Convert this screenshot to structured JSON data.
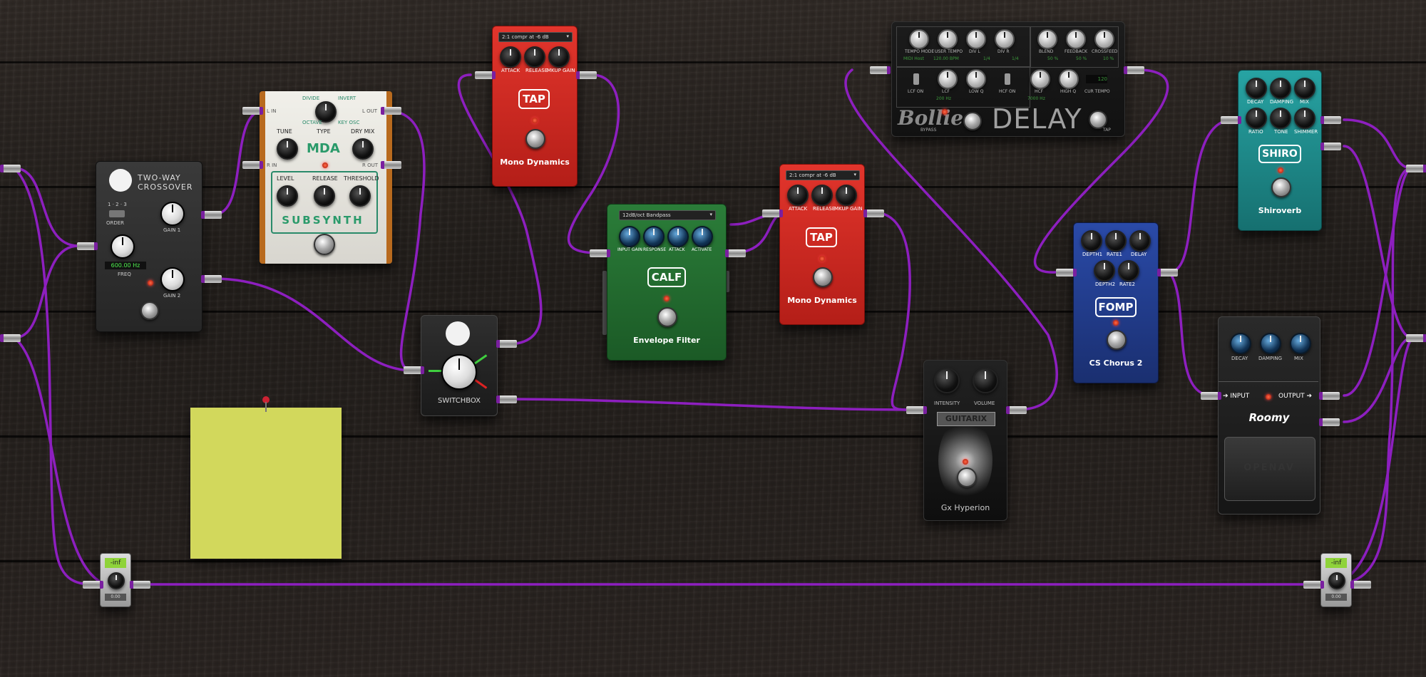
{
  "crossover": {
    "title_line1": "TWO-WAY",
    "title_line2": "CROSSOVER",
    "order_label": "ORDER",
    "order_opts": [
      "1",
      "2",
      "3"
    ],
    "freq_value": "600.00 Hz",
    "freq_label": "FREQ",
    "gain1": "GAIN 1",
    "gain2": "GAIN 2"
  },
  "subsynth": {
    "top": "DIVIDE",
    "invert": "INVERT",
    "octave": "OCTAVE",
    "keyosc": "KEY OSC",
    "tune": "TUNE",
    "type": "TYPE",
    "drymix": "DRY MIX",
    "level": "LEVEL",
    "release": "RELEASE",
    "threshold": "THRESHOLD",
    "logo": "MDA",
    "name": "SUBSYNTH",
    "in_l": "L IN",
    "in_r": "R IN",
    "out_l": "L OUT",
    "out_r": "R OUT"
  },
  "tap1": {
    "preset": "2:1 compr at -6 dB",
    "knobs": [
      "ATTACK",
      "RELEASE",
      "MKUP GAIN"
    ],
    "badge": "TAP",
    "name": "Mono Dynamics"
  },
  "tap2": {
    "preset": "2:1 compr at -6 dB",
    "knobs": [
      "ATTACK",
      "RELEASE",
      "MKUP GAIN"
    ],
    "badge": "TAP",
    "name": "Mono Dynamics"
  },
  "calf": {
    "preset": "12dB/oct Bandpass",
    "knobs": [
      "INPUT GAIN",
      "RESPONSE",
      "ATTACK",
      "ACTIVATE"
    ],
    "badge": "CALF",
    "name": "Envelope Filter"
  },
  "switchbox": {
    "name": "SWITCHBOX"
  },
  "bollie": {
    "row1": [
      "TEMPO MODE",
      "USER TEMPO",
      "DIV L",
      "DIV R",
      "BLEND",
      "FEEDBACK",
      "CROSSFEED"
    ],
    "row1_vals": [
      "MIDI Host",
      "120.00 BPM",
      "1/4",
      "1/4",
      "50 %",
      "50 %",
      "10 %"
    ],
    "row2": [
      "LCF ON",
      "LCF",
      "LOW Q",
      "HCF ON",
      "HCF",
      "HIGH Q",
      "CUR TEMPO"
    ],
    "row2_vals": [
      "",
      "200 Hz",
      "",
      "",
      "7000 Hz",
      "",
      ""
    ],
    "cur_tempo": "120",
    "logo": "Bollie",
    "name": "DELAY",
    "bypass": "BYPASS",
    "tap": "TAP"
  },
  "guitarix": {
    "intensity": "INTENSITY",
    "volume": "VOLUME",
    "logo": "GUITARIX",
    "name": "Gx Hyperion"
  },
  "fomp": {
    "knobs": [
      "DEPTH1",
      "RATE1",
      "DELAY",
      "DEPTH2",
      "RATE2"
    ],
    "badge": "FOMP",
    "name": "CS Chorus 2"
  },
  "shiro": {
    "knobs": [
      "DECAY",
      "DAMPING",
      "MIX",
      "RATIO",
      "TONE",
      "SHIMMER"
    ],
    "badge": "SHIRO",
    "name": "Shiroverb"
  },
  "roomy": {
    "knobs": [
      "DECAY",
      "DAMPING",
      "MIX"
    ],
    "input": "INPUT",
    "output": "OUTPUT",
    "name": "Roomy",
    "brand": "OPENAV"
  },
  "meter_left": {
    "value": "-inf",
    "level": "0.00"
  },
  "meter_right": {
    "value": "-inf",
    "level": "0.00"
  },
  "colors": {
    "cable": "#8d1fbf",
    "tap": "#c8221b",
    "calf": "#1f6b2d",
    "fomp": "#203c8c",
    "shiro": "#1c8d8d",
    "note": "#d2d85c"
  }
}
